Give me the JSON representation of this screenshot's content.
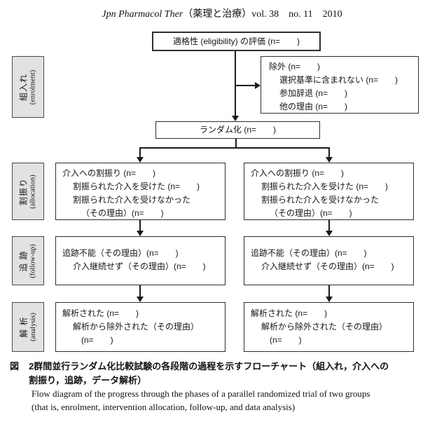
{
  "header": {
    "journal": "Jpn Pharmacol Ther",
    "issue": "（薬理と治療）vol. 38　no. 11　2010"
  },
  "stages": [
    {
      "jp": "組入れ",
      "en": "(enrolment)"
    },
    {
      "jp": "割振り",
      "en": "(allocation)"
    },
    {
      "jp": "追 跡",
      "en": "(follow-up)"
    },
    {
      "jp": "解 析",
      "en": "(analysis)"
    }
  ],
  "flow": {
    "eligibility": "適格性 (eligibility) の評価 (n=　　)",
    "exclusion": {
      "l1": "除外 (n=　　)",
      "l2": "選択基準に含まれない (n=　　)",
      "l3": "参加辞退 (n=　　)",
      "l4": "他の理由 (n=　　)"
    },
    "randomization": "ランダム化 (n=　　)",
    "allocation": {
      "l1": "介入への割振り (n=　　)",
      "l2": "割振られた介入を受けた (n=　　)",
      "l3": "割振られた介入を受けなかった",
      "l4": "（その理由）(n=　　)"
    },
    "followup": {
      "l1": "追跡不能（その理由）(n=　　)",
      "l2": "介入継続せず（その理由）(n=　　)"
    },
    "analysis": {
      "l1": "解析された (n=　　)",
      "l2": "解析から除外された（その理由）",
      "l3": "(n=　　)"
    }
  },
  "caption": {
    "label": "図",
    "jp_line1": "2群間並行ランダム化比較試験の各段階の過程を示すフローチャート（組入れ，介入への",
    "jp_line2": "割振り，追跡，データ解析）",
    "en_line1": "Flow diagram of the progress through the phases of a parallel randomized trial of two groups",
    "en_line2": "(that is, enrolment, intervention allocation, follow-up, and data analysis)"
  },
  "colors": {
    "line": "#1a1a1a",
    "stage_bg": "#e2e2e2",
    "box_border": "#2e2e2e"
  }
}
